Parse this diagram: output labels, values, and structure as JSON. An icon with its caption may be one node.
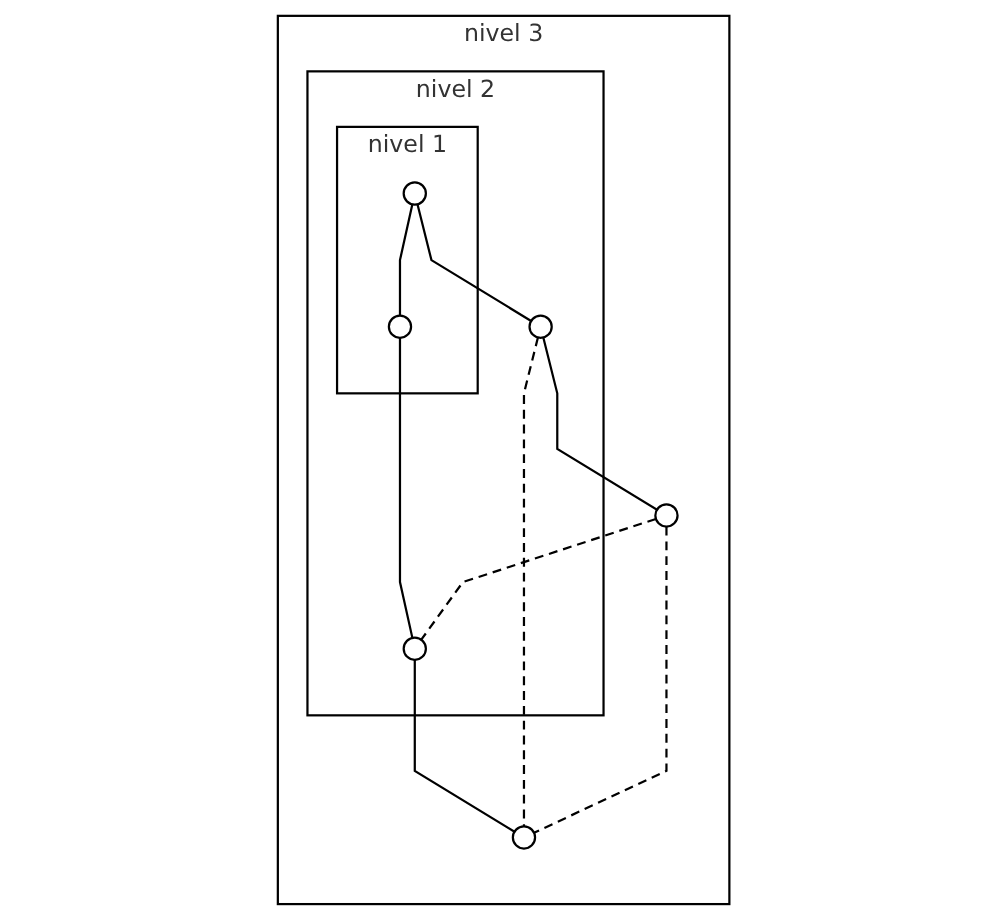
{
  "diagram": {
    "nodes": [
      {
        "text": [
          "nivel 3"
        ]
      },
      {
        "text": [
          "nivel 2"
        ],
        "in": 0
      },
      {
        "text": [
          "nivel 1"
        ],
        "in": 1
      },
      {
        "text": [],
        "shape": "circle",
        "in": 2
      },
      {
        "text": [],
        "shape": "circle",
        "in": 2
      },
      {
        "text": [],
        "shape": "circle",
        "in": 1
      },
      {
        "text": [],
        "shape": "circle",
        "in": 0
      },
      {
        "text": [],
        "shape": "circle",
        "in": 1
      },
      {
        "text": [],
        "shape": "circle",
        "in": 0
      }
    ],
    "edges": [
      {
        "from": 3,
        "to": 4,
        "arrow": "none"
      },
      {
        "from": 3,
        "to": 5,
        "arrow": "none"
      },
      {
        "from": 4,
        "to": 7,
        "arrow": "none"
      },
      {
        "from": 5,
        "to": 6,
        "arrow": "none"
      },
      {
        "from": 7,
        "to": 8,
        "arrow": "none"
      },
      {
        "from": 5,
        "to": 8,
        "arrow": "none",
        "style": "dashed"
      },
      {
        "from": 6,
        "to": 7,
        "arrow": "none",
        "style": "dashed"
      },
      {
        "from": 6,
        "to": 8,
        "arrow": "none",
        "style": "dashed"
      }
    ]
  }
}
